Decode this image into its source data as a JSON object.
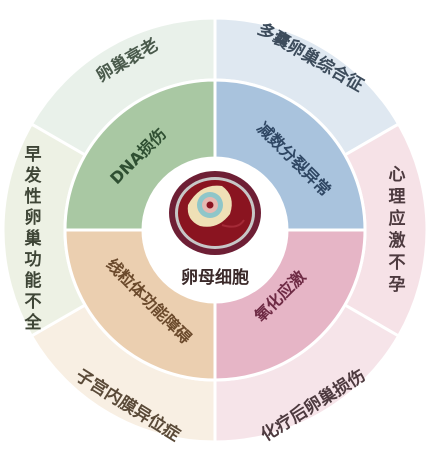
{
  "center": {
    "label": "卵母细胞"
  },
  "inner": [
    {
      "key": "dna",
      "label": "DNA损伤",
      "color": "#a9c8a3",
      "text_color": "#2f4f32"
    },
    {
      "key": "meiosis",
      "label": "减数分裂异常",
      "color": "#a9c3dd",
      "text_color": "#2e4663"
    },
    {
      "key": "mito",
      "label": "线粒体功能障碍",
      "color": "#ebcfb0",
      "text_color": "#6b4a2c"
    },
    {
      "key": "oxid",
      "label": "氧化应激",
      "color": "#e6b5c6",
      "text_color": "#6e2a44"
    }
  ],
  "outer": [
    {
      "key": "aging",
      "label": "卵巢衰老",
      "color": "#e9f1ea",
      "text_color": "#4a5a4c"
    },
    {
      "key": "pcos",
      "label": "多囊卵巢综合征",
      "color": "#dfe8f1",
      "text_color": "#3d4c5c"
    },
    {
      "key": "stress",
      "label": "心理应激不孕",
      "color": "#f6e2e7",
      "text_color": "#4d3a3f"
    },
    {
      "key": "chemo",
      "label": "化疗后卵巢损伤",
      "color": "#f6e4e9",
      "text_color": "#4d3a3f"
    },
    {
      "key": "endo",
      "label": "子宫内膜异位症",
      "color": "#f8efe3",
      "text_color": "#5a4a38"
    },
    {
      "key": "poi",
      "label": "早发性卵巢功能不全",
      "color": "#edf1e4",
      "text_color": "#3e4536"
    }
  ]
}
